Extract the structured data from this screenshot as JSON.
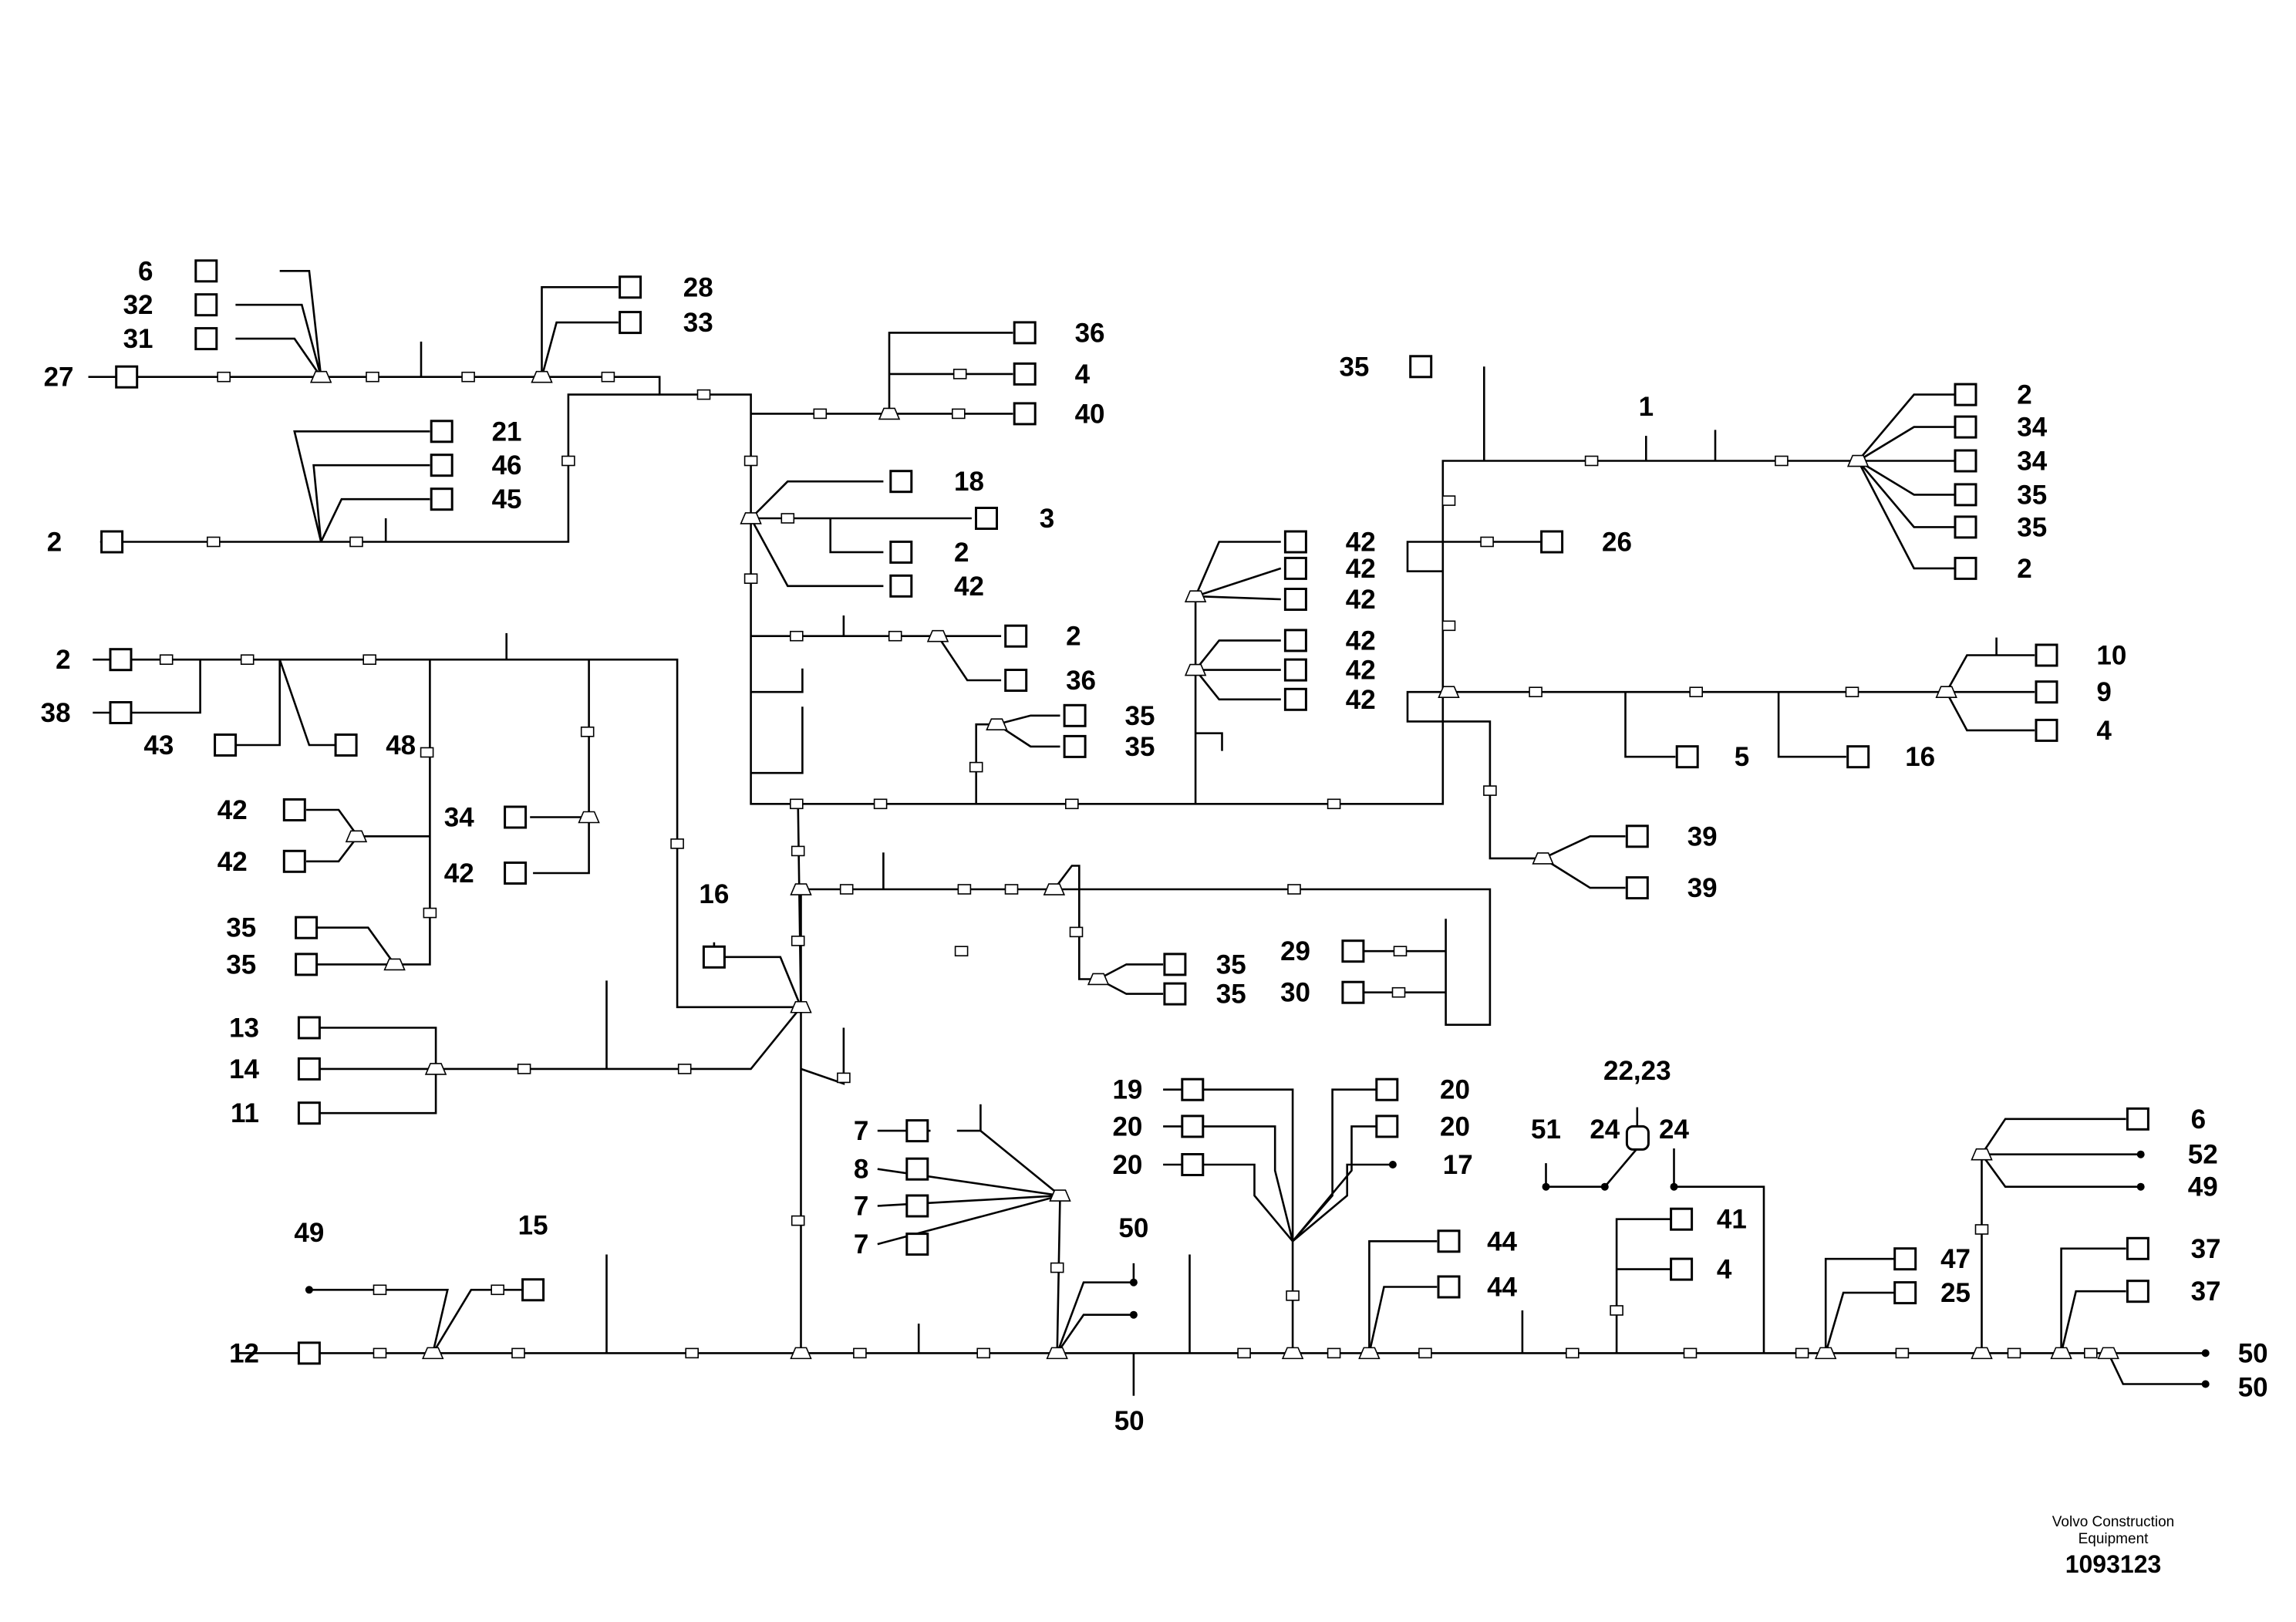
{
  "diagram": {
    "type": "wiring harness diagram",
    "company": "Volvo Construction Equipment",
    "reference_number": "1093123",
    "callouts": [
      "6",
      "32",
      "31",
      "27",
      "28",
      "33",
      "36",
      "4",
      "40",
      "35",
      "1",
      "2",
      "34",
      "34",
      "35",
      "35",
      "2",
      "2",
      "21",
      "46",
      "45",
      "18",
      "3",
      "2",
      "42",
      "26",
      "42",
      "42",
      "42",
      "42",
      "42",
      "42",
      "2",
      "36",
      "10",
      "9",
      "4",
      "5",
      "16",
      "35",
      "35",
      "2",
      "38",
      "43",
      "48",
      "42",
      "42",
      "34",
      "42",
      "35",
      "35",
      "39",
      "39",
      "16",
      "35",
      "35",
      "29",
      "30",
      "13",
      "14",
      "11",
      "19",
      "20",
      "20",
      "20",
      "20",
      "17",
      "22,23",
      "24",
      "24",
      "51",
      "7",
      "8",
      "7",
      "7",
      "6",
      "52",
      "49",
      "41",
      "4",
      "47",
      "25",
      "37",
      "37",
      "49",
      "15",
      "50",
      "44",
      "44",
      "12",
      "50",
      "50",
      "50"
    ]
  }
}
